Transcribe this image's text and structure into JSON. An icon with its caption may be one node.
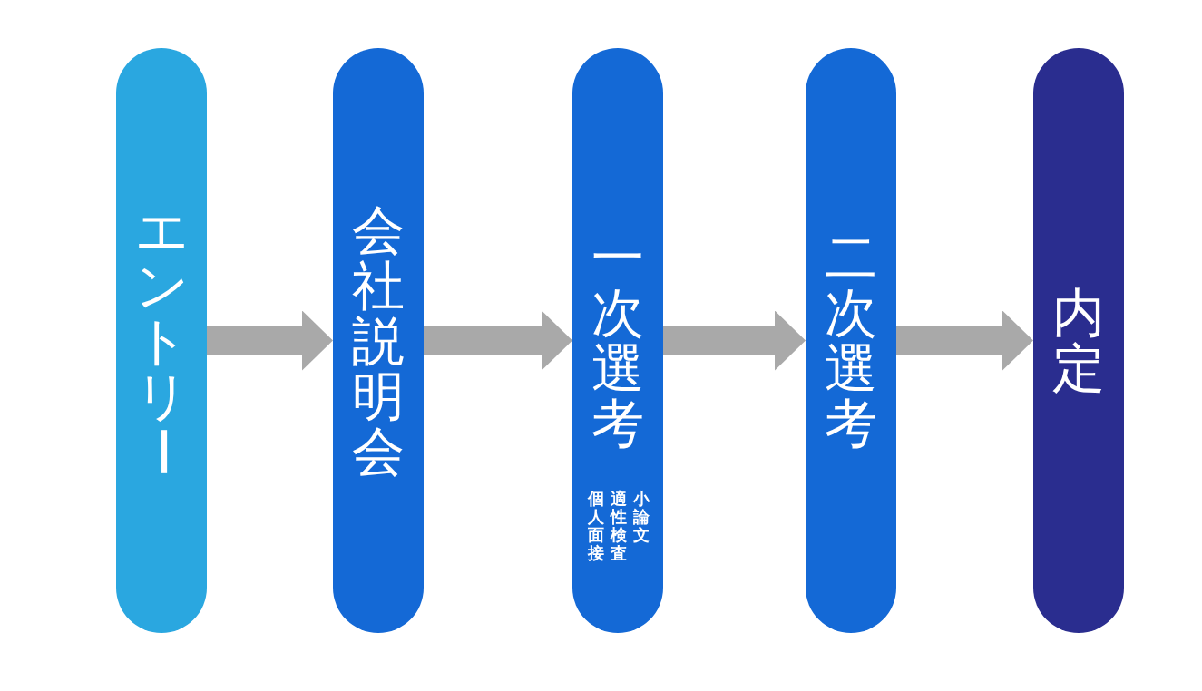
{
  "diagram": {
    "nodes": [
      {
        "text": [
          "エントリー"
        ]
      },
      {
        "text": [
          "会社説明会"
        ]
      },
      {
        "text": [
          "一次選考",
          "小論文",
          "適性検査",
          "個人面接"
        ]
      },
      {
        "text": [
          "二次選考"
        ]
      },
      {
        "text": [
          "内定"
        ]
      }
    ],
    "edges": [
      {
        "from": 0,
        "to": 1,
        "arrow": "to"
      },
      {
        "from": 1,
        "to": 2,
        "arrow": "to"
      },
      {
        "from": 2,
        "to": 3,
        "arrow": "to"
      },
      {
        "from": 3,
        "to": 4,
        "arrow": "to"
      }
    ]
  }
}
